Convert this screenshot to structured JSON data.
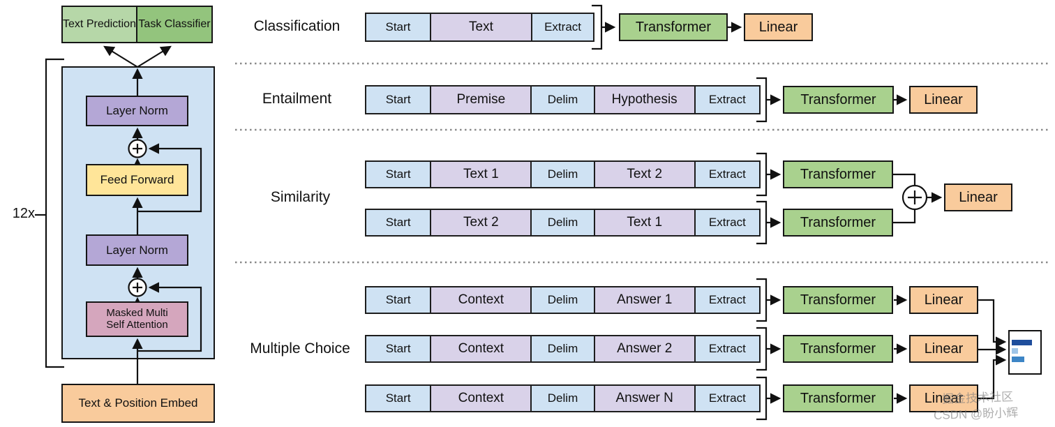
{
  "left_diagram": {
    "repeat_label": "12x",
    "text_prediction": "Text Prediction",
    "task_classifier": "Task Classifier",
    "layer_norm_top": "Layer Norm",
    "feed_forward": "Feed Forward",
    "layer_norm_bottom": "Layer Norm",
    "masked_attention_line1": "Masked Multi",
    "masked_attention_line2": "Self Attention",
    "embed": "Text & Position Embed"
  },
  "node_labels": {
    "transformer": "Transformer",
    "linear": "Linear"
  },
  "tasks": {
    "classification": {
      "label": "Classification",
      "tokens": [
        "Start",
        "Text",
        "Extract"
      ]
    },
    "entailment": {
      "label": "Entailment",
      "tokens": [
        "Start",
        "Premise",
        "Delim",
        "Hypothesis",
        "Extract"
      ]
    },
    "similarity": {
      "label": "Similarity",
      "row1": [
        "Start",
        "Text 1",
        "Delim",
        "Text 2",
        "Extract"
      ],
      "row2": [
        "Start",
        "Text 2",
        "Delim",
        "Text 1",
        "Extract"
      ]
    },
    "multiple_choice": {
      "label": "Multiple Choice",
      "row1": [
        "Start",
        "Context",
        "Delim",
        "Answer 1",
        "Extract"
      ],
      "row2": [
        "Start",
        "Context",
        "Delim",
        "Answer 2",
        "Extract"
      ],
      "row3": [
        "Start",
        "Context",
        "Delim",
        "Answer N",
        "Extract"
      ]
    }
  },
  "watermark": {
    "line1": "掘金技术社区",
    "line2": "CSDN @盼小辉"
  },
  "colors": {
    "token_blue": "#cfe2f3",
    "token_purple": "#d9d2e9",
    "transformer_green": "#a9d18e",
    "linear_orange": "#f9cb9c",
    "head_light_green": "#b6d7a8",
    "head_green": "#93c47d",
    "block_container_blue": "#cfe2f3",
    "layer_norm_purple": "#b4a7d6",
    "feed_forward_yellow": "#ffe599",
    "attention_pink": "#d5a6bd",
    "embed_orange": "#f9cb9c",
    "bar_dark_blue": "#1f4e9c",
    "bar_light_blue": "#9fc5e8",
    "bar_mid_blue": "#3d85c6"
  }
}
